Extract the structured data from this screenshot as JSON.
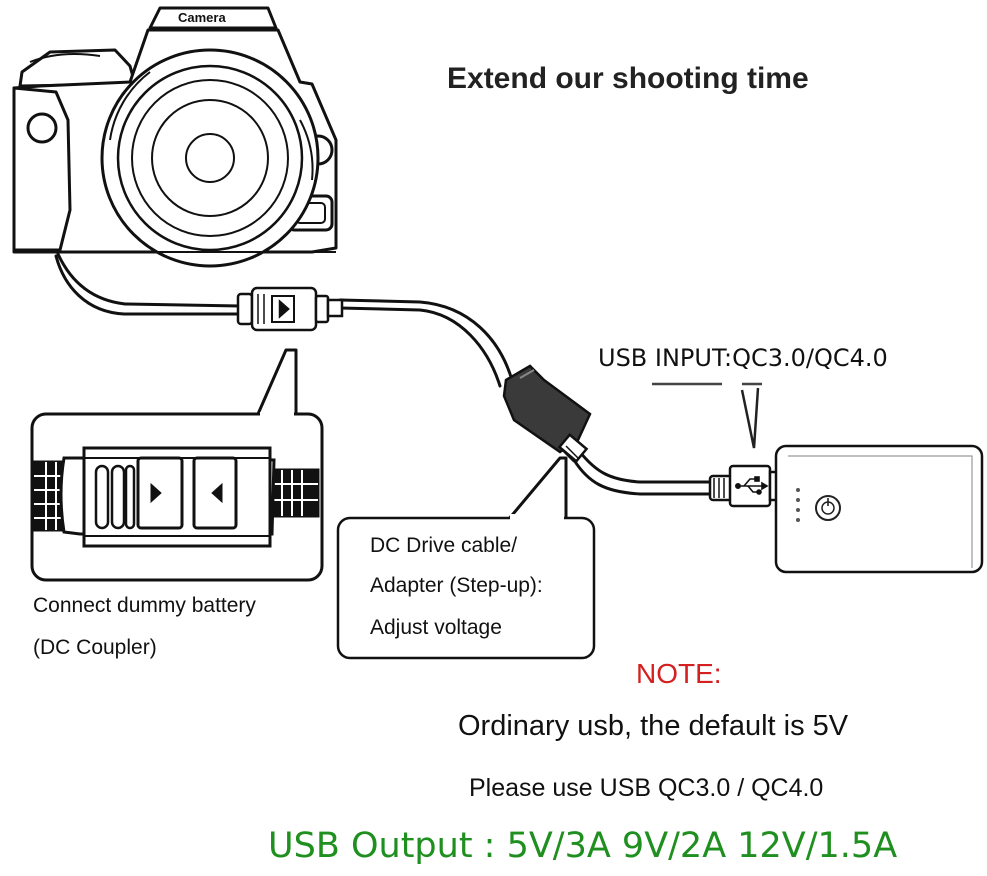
{
  "camera_label": "Camera",
  "headline": "Extend our shooting time",
  "usb_input_label": "USB INPUT:QC3.0/QC4.0",
  "dummy_battery": {
    "line1": "Connect dummy battery",
    "line2": "(DC Coupler)"
  },
  "dc_drive_box": {
    "line1": "DC Drive cable/",
    "line2": "Adapter (Step-up):",
    "line3": "Adjust voltage"
  },
  "note": {
    "label": "NOTE:",
    "line1": "Ordinary usb, the default is 5V",
    "line2": "Please use USB QC3.0 / QC4.0",
    "output": "USB Output : 5V/3A 9V/2A 12V/1.5A"
  },
  "colors": {
    "note_label": "#d42020",
    "output_text": "#1f8f1f",
    "line_art": "#111111",
    "adapter_fill": "#3a3a3a"
  },
  "icons": [
    "camera-icon",
    "usb-symbol-icon",
    "power-icon",
    "arrow-right-icon",
    "arrow-left-icon"
  ]
}
